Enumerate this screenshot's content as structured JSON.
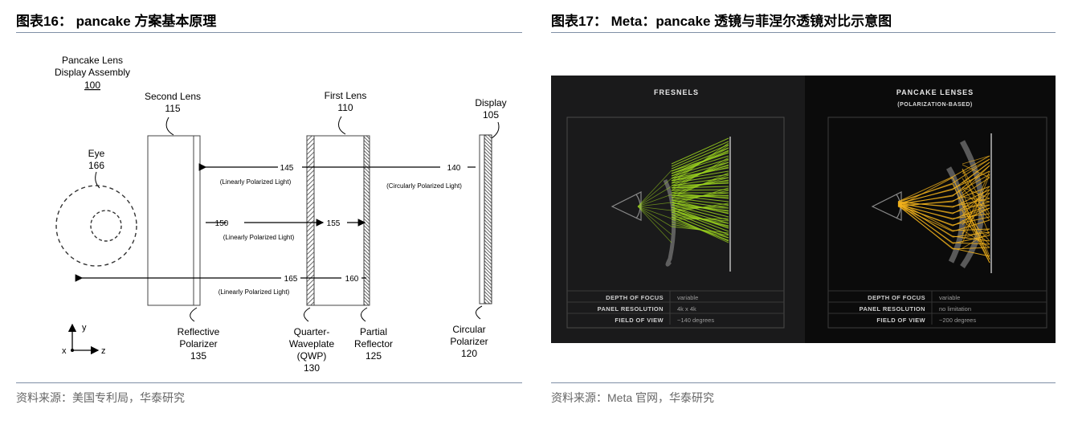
{
  "left": {
    "title": "图表16： pancake 方案基本原理",
    "source": "资料来源：美国专利局，华泰研究",
    "diagram": {
      "assembly_label_1": "Pancake Lens",
      "assembly_label_2": "Display Assembly",
      "assembly_num": "100",
      "eye_label": "Eye",
      "eye_num": "166",
      "second_lens": "Second Lens",
      "second_lens_num": "115",
      "first_lens": "First Lens",
      "first_lens_num": "110",
      "display": "Display",
      "display_num": "105",
      "ray_145": "145",
      "ray_140": "140",
      "ray_150": "150",
      "ray_155": "155",
      "ray_165": "165",
      "ray_160": "160",
      "pol_1": "(Linearly Polarized Light)",
      "pol_2": "(Circularly Polarized Light)",
      "pol_3": "(Linearly Polarized Light)",
      "pol_4": "(Linearly Polarized Light)",
      "reflective_polarizer_1": "Reflective",
      "reflective_polarizer_2": "Polarizer",
      "reflective_polarizer_num": "135",
      "qwp_1": "Quarter-",
      "qwp_2": "Waveplate",
      "qwp_3": "(QWP)",
      "qwp_num": "130",
      "partial_reflector_1": "Partial",
      "partial_reflector_2": "Reflector",
      "partial_reflector_num": "125",
      "circular_polarizer_1": "Circular",
      "circular_polarizer_2": "Polarizer",
      "circular_polarizer_num": "120",
      "axis_y": "y",
      "axis_x": "x",
      "axis_z": "z"
    }
  },
  "right": {
    "title": "图表17： Meta：pancake 透镜与菲涅尔透镜对比示意图",
    "source": "资料来源：Meta 官网，华泰研究",
    "fresnel": {
      "heading": "FRESNELS",
      "rows": [
        {
          "label": "DEPTH OF FOCUS",
          "value": "variable"
        },
        {
          "label": "PANEL RESOLUTION",
          "value": "4k x 4k"
        },
        {
          "label": "FIELD OF VIEW",
          "value": "~140 degrees"
        }
      ]
    },
    "pancake": {
      "heading": "PANCAKE LENSES",
      "subheading": "(POLARIZATION-BASED)",
      "rows": [
        {
          "label": "DEPTH OF FOCUS",
          "value": "variable"
        },
        {
          "label": "PANEL RESOLUTION",
          "value": "no limitation"
        },
        {
          "label": "FIELD OF VIEW",
          "value": "~200 degrees"
        }
      ]
    },
    "colors": {
      "fresnel_rays": "#9ad21e",
      "pancake_rays": "#f2b21c"
    }
  }
}
